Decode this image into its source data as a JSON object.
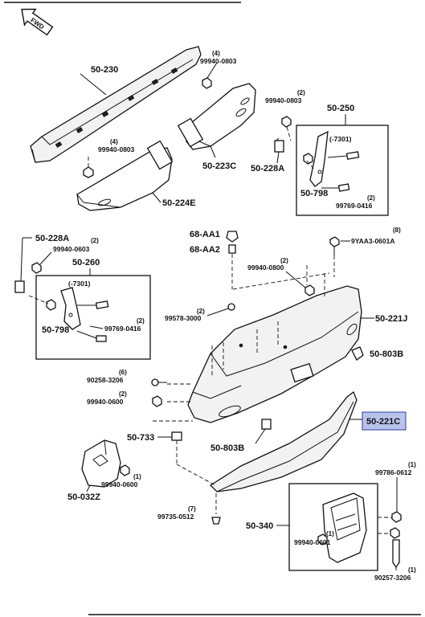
{
  "direction_label": "FWD",
  "highlight": {
    "color": "#b9c3ea",
    "border": "#2d3f9c"
  },
  "parts": {
    "p50_230": "50-230",
    "p99940_0803_a": "99940-0803",
    "p99940_0803_b": "99940-0803",
    "p99940_0803_c": "99940-0803",
    "p50_223C": "50-223C",
    "p50_224E": "50-224E",
    "p50_250": "50-250",
    "p50_228A_a": "50-228A",
    "p50_798_a": "50-798",
    "p99769_0416_a": "99769-0416",
    "p7301_a": "(-7301)",
    "p68_AA1": "68-AA1",
    "p68_AA2": "68-AA2",
    "p9YAA3_0601A": "9YAA3-0601A",
    "p50_228A_b": "50-228A",
    "p99940_0603": "99940-0603",
    "p50_260": "50-260",
    "p7301_b": "(-7301)",
    "p50_798_b": "50-798",
    "p99769_0416_b": "99769-0416",
    "p99940_0800": "99940-0800",
    "p99578_3000": "99578-3000",
    "p50_221J": "50-221J",
    "p50_803B_a": "50-803B",
    "p90258_3206": "90258-3206",
    "p99940_0600_a": "99940-0600",
    "p50_221C": "50-221C",
    "p50_733": "50-733",
    "p50_803B_b": "50-803B",
    "p99940_0600_b": "99940-0600",
    "p50_032Z": "50-032Z",
    "p99786_0612": "99786-0612",
    "p99735_0512": "99735-0512",
    "p50_340": "50-340",
    "p99940_0601": "99940-0601",
    "p90257_3206": "90257-3206"
  },
  "quantities": {
    "q99940_0803_a": "(4)",
    "q99940_0803_b": "(2)",
    "q99940_0803_c": "(4)",
    "q99769_0416_a": "(2)",
    "q9YAA3_0601A": "(8)",
    "q99940_0603": "(2)",
    "q99769_0416_b": "(2)",
    "q99940_0800": "(2)",
    "q99578_3000": "(2)",
    "q90258_3206": "(6)",
    "q99940_0600_a": "(2)",
    "q99940_0600_b": "(1)",
    "q99786_0612": "(1)",
    "q99735_0512": "(7)",
    "q99940_0601": "(1)",
    "q90257_3206": "(1)"
  }
}
